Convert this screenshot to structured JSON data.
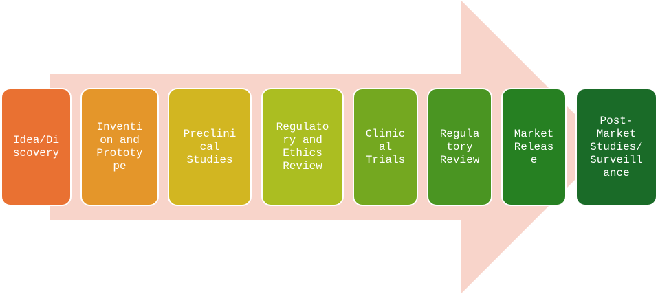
{
  "diagram": {
    "arrow_color": "#f8d4ca",
    "stages": [
      {
        "label": "Idea/Di\nscovery",
        "color": "#e97132"
      },
      {
        "label": "Inventi\non and\nPrototy\npe",
        "color": "#e4962a"
      },
      {
        "label": "Preclini\ncal\nStudies",
        "color": "#d2b621"
      },
      {
        "label": "Regulato\nry and\nEthics\nReview",
        "color": "#abbe21"
      },
      {
        "label": "Clinic\nal\nTrials",
        "color": "#74a820"
      },
      {
        "label": "Regula\ntory\nReview",
        "color": "#4a9522"
      },
      {
        "label": "Market\nReleas\ne",
        "color": "#268022"
      },
      {
        "label": "Post-\nMarket\nStudies/\nSurveill\nance",
        "color": "#1a6b28"
      }
    ]
  }
}
